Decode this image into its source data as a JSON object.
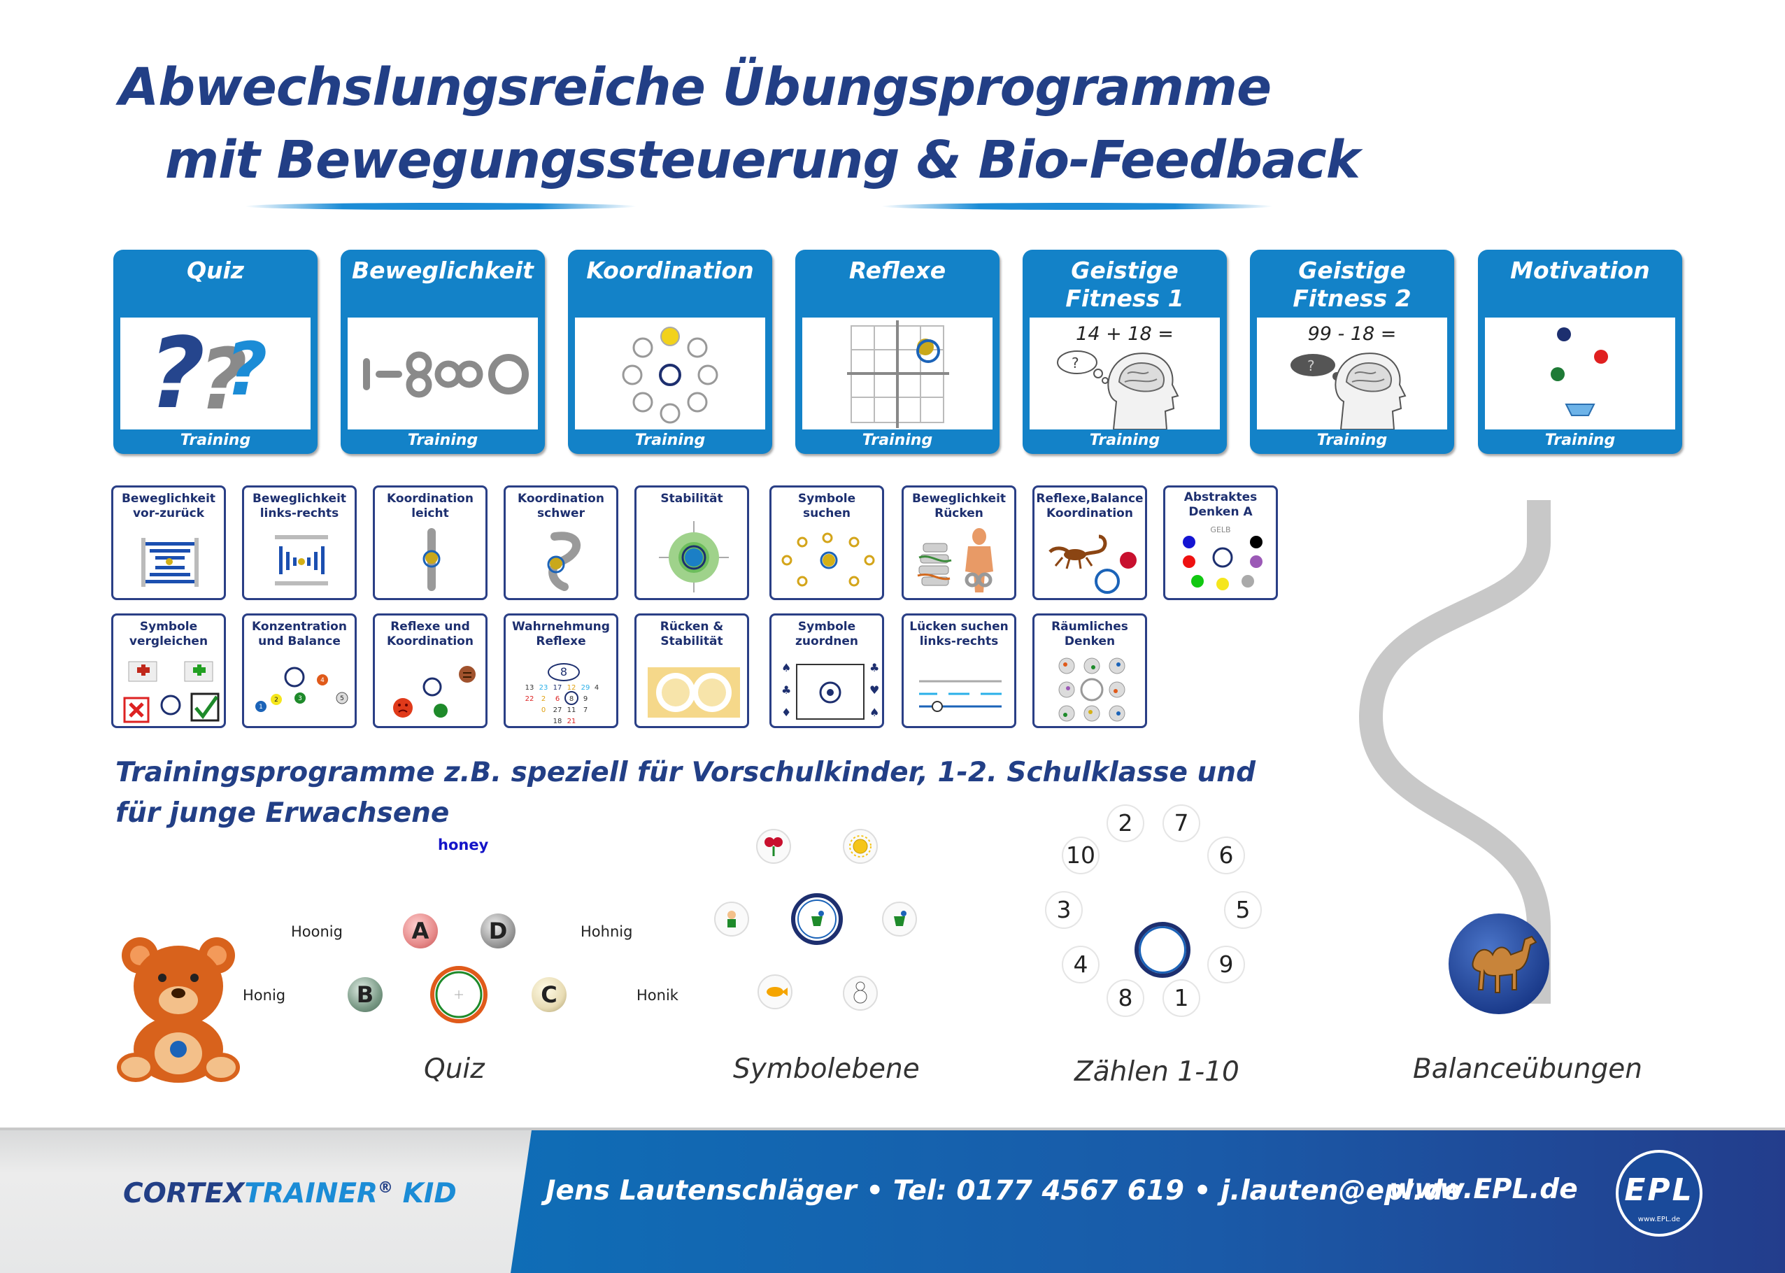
{
  "header": {
    "title_line1": "Abwechslungsreiche Übungsprogramme",
    "title_line2": "mit Bewegungssteuerung & Bio-Feedback"
  },
  "cards": [
    {
      "title": "Quiz",
      "footer": "Training",
      "icon": "question-marks-icon"
    },
    {
      "title": "Beweglichkeit",
      "footer": "Training",
      "icon": "range-symbols-icon"
    },
    {
      "title": "Koordination",
      "footer": "Training",
      "icon": "circle-ring-icon"
    },
    {
      "title": "Reflexe",
      "footer": "Training",
      "icon": "grid-target-icon"
    },
    {
      "title": "Geistige Fitness 1",
      "footer": "Training",
      "equation": "14 + 18 =",
      "icon": "thinking-head-icon"
    },
    {
      "title": "Geistige Fitness 2",
      "footer": "Training",
      "equation": "99 - 18 =",
      "icon": "thinking-head-icon"
    },
    {
      "title": "Motivation",
      "footer": "Training",
      "icon": "balls-bowl-icon"
    }
  ],
  "tiles_row1": [
    {
      "label": "Beweglichkeit vor-zurück"
    },
    {
      "label": "Beweglichkeit links-rechts"
    },
    {
      "label": "Koordination leicht"
    },
    {
      "label": "Koordination schwer"
    },
    {
      "label": "Stabilität"
    },
    {
      "label": "Symbole suchen"
    },
    {
      "label": "Beweglichkeit Rücken"
    },
    {
      "label": "Reflexe,Balance Koordination"
    },
    {
      "label": "Abstraktes Denken A",
      "extra": "GELB"
    }
  ],
  "tiles_row2": [
    {
      "label": "Symbole vergleichen"
    },
    {
      "label": "Konzentration und Balance"
    },
    {
      "label": "Reflexe und Koordination"
    },
    {
      "label": "Wahrnehmung Reflexe"
    },
    {
      "label": "Rücken & Stabilität"
    },
    {
      "label": "Symbole zuordnen"
    },
    {
      "label": "Lücken suchen links-rechts"
    },
    {
      "label": "Räumliches Denken"
    }
  ],
  "wahrnehmung_grid": {
    "center": "8",
    "rows": [
      [
        "13",
        "23",
        "17",
        "12",
        "29",
        "4"
      ],
      [
        "22",
        "2",
        "6",
        "8",
        "9"
      ],
      [
        "0",
        "27",
        "11",
        "7"
      ],
      [
        "18",
        "21"
      ]
    ]
  },
  "konzentration_numbers": [
    "1",
    "2",
    "3",
    "4",
    "5"
  ],
  "subtitle_line1": "Trainingsprogramme z.B. speziell für Vorschulkinder, 1-2. Schulklasse und",
  "subtitle_line2": "für junge Erwachsene",
  "quiz_demo": {
    "question": "honey",
    "options": [
      {
        "letter": "A",
        "word": "Hoonig"
      },
      {
        "letter": "D",
        "word": "Hohnig"
      },
      {
        "letter": "B",
        "word": "Honig"
      },
      {
        "letter": "C",
        "word": "Honik"
      }
    ],
    "caption": "Quiz"
  },
  "symbol_demo": {
    "caption": "Symbolebene"
  },
  "count_demo": {
    "numbers": [
      "2",
      "7",
      "10",
      "6",
      "3",
      "5",
      "4",
      "9",
      "8",
      "1"
    ],
    "caption": "Zählen 1-10"
  },
  "balance_demo": {
    "caption": "Balanceübungen"
  },
  "footer": {
    "brand_main": "CORTEX",
    "brand_accent": "TRAINER",
    "brand_mark": "®",
    "brand_suffix": "KID",
    "contact": "Jens Lautenschläger • Tel: 0177 4567 619 • j.lauten@epl.de",
    "website": "www.EPL.de",
    "logo_text": "EPL",
    "logo_sub": "www.EPL.de"
  },
  "colors": {
    "title_blue": "#223f86",
    "card_blue": "#1382c8",
    "tile_border": "#2a3f86"
  }
}
